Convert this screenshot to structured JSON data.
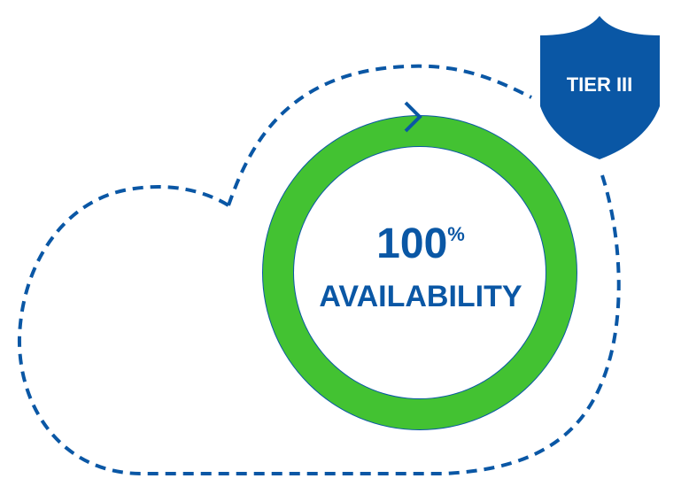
{
  "center": {
    "value": "100",
    "unit": "%",
    "label": "AVAILABILITY",
    "progress_percent": 100
  },
  "badge": {
    "label": "TIER III"
  },
  "colors": {
    "blue": "#0a57a5",
    "green": "#43c232"
  }
}
